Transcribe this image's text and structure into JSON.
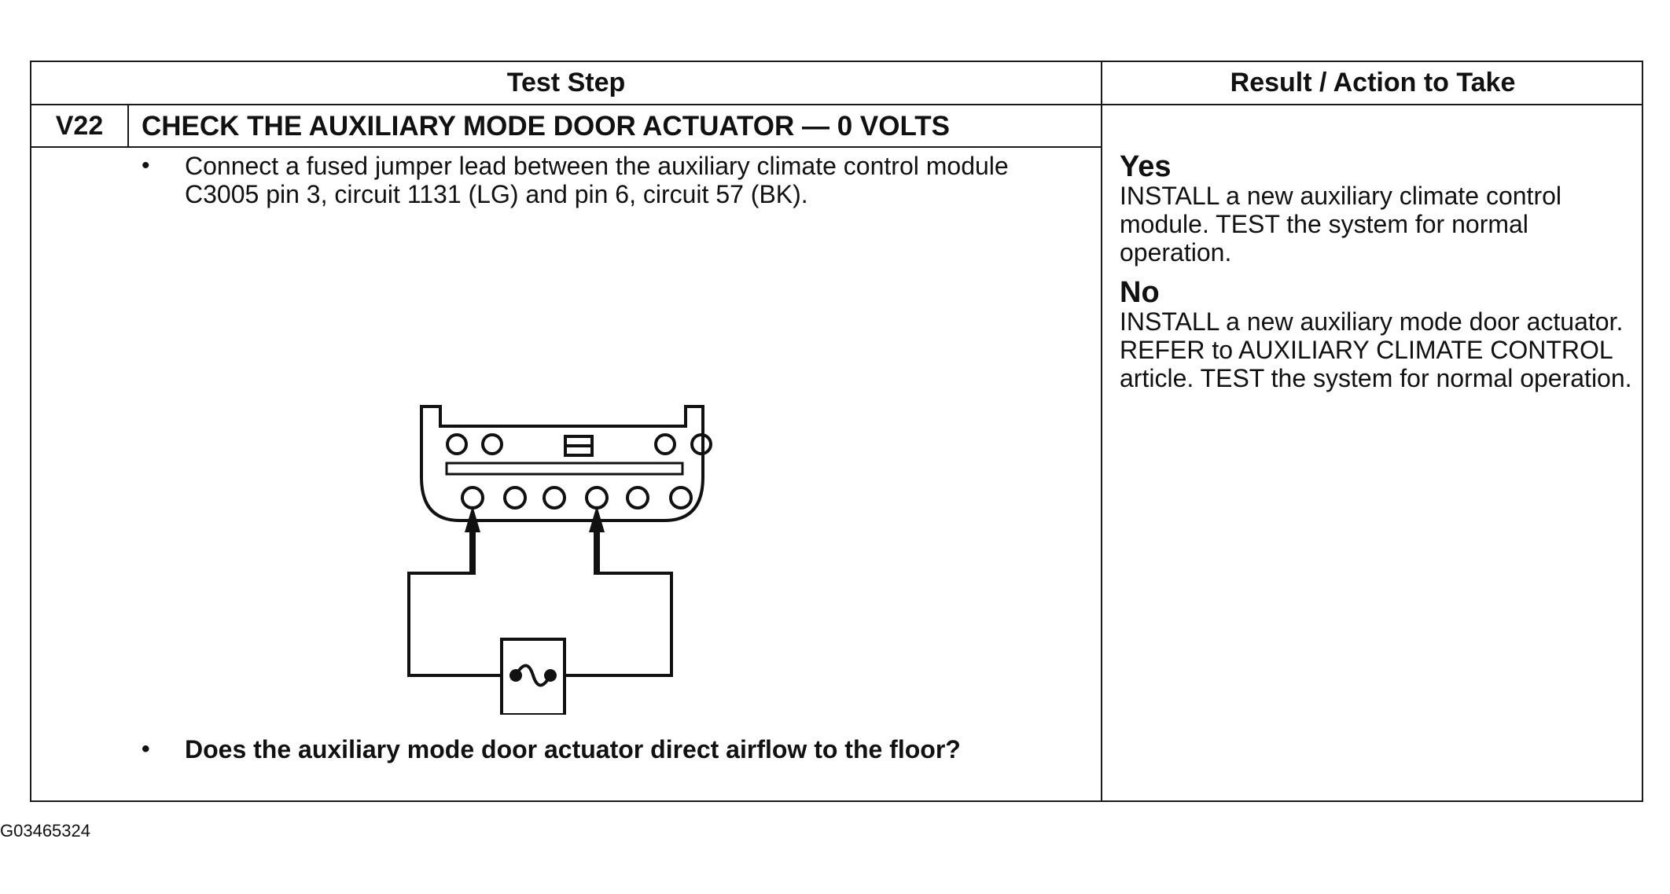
{
  "table": {
    "header_left": "Test Step",
    "header_right": "Result / Action to Take",
    "step_number": "V22",
    "step_title": "CHECK THE AUXILIARY MODE DOOR ACTUATOR — 0 VOLTS",
    "bullet_char": "•",
    "steps": [
      "Connect a fused jumper lead between the auxiliary climate control module C3005 pin 3, circuit 1131 (LG) and pin 6, circuit 57 (BK).",
      "Does the auxiliary mode door actuator direct airflow to the floor?"
    ],
    "results": {
      "yes_label": "Yes",
      "yes_action": "INSTALL a new auxiliary climate control module. TEST the system for normal operation.",
      "no_label": "No",
      "no_action": "INSTALL a new auxiliary mode door actuator. REFER to AUXILIARY CLIMATE CONTROL article. TEST the system for normal operation."
    }
  },
  "figure_id": "G03465324",
  "diagram": {
    "description_icons": [
      "connector-c3005-icon",
      "fused-jumper-icon"
    ]
  }
}
